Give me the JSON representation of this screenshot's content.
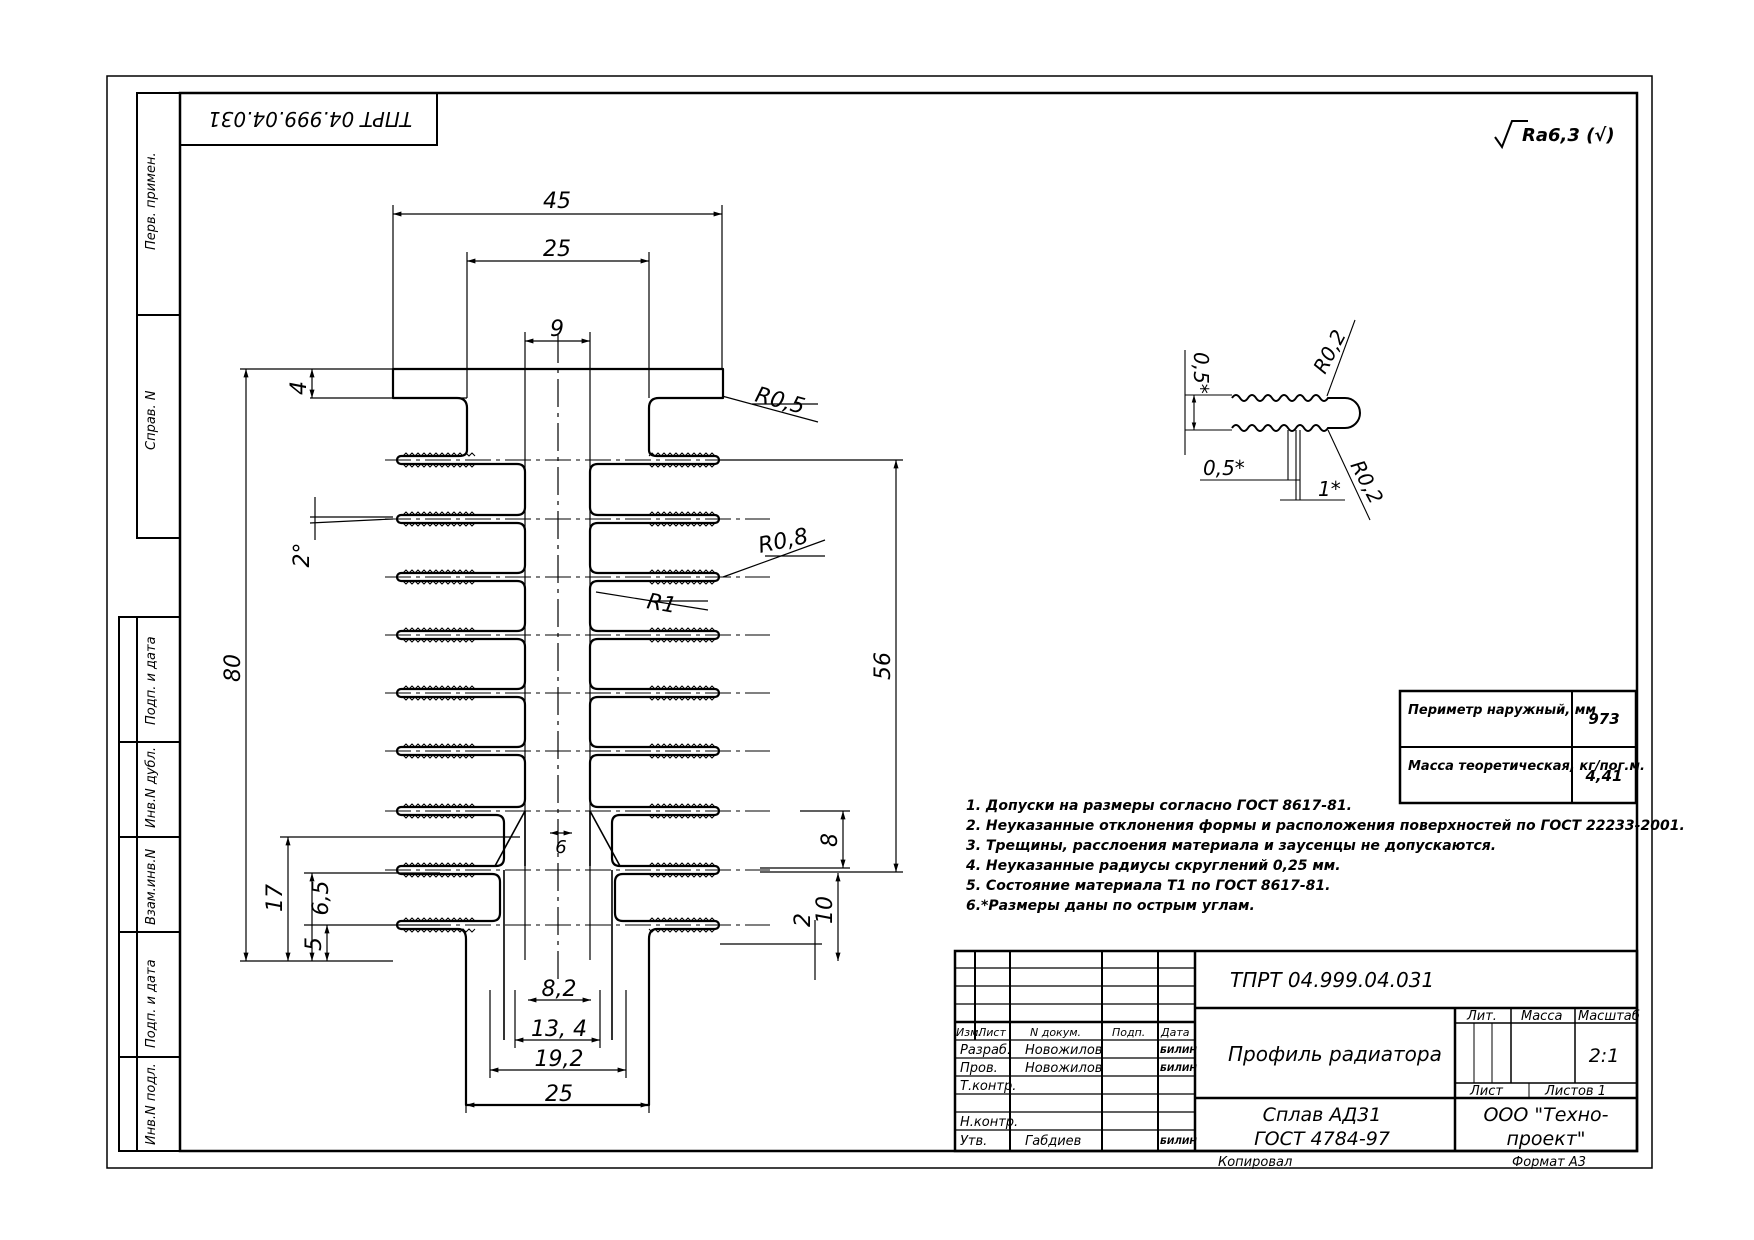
{
  "drawing_number": "ТПРТ 04.999.04.031",
  "drawing_number_rotated": "ТПРТ 04.999.04.031",
  "surface_roughness": "Ra6,3 (√)",
  "left_strip": {
    "perv_primen": "Перв. примен.",
    "sprav_n": "Справ. N",
    "podp_data_1": "Подп. и дата",
    "inv_n_dubl": "Инв.N дубл.",
    "vzam_inv_n": "Взам.инв.N",
    "podp_data_2": "Подп. и дата",
    "inv_n_podl": "Инв.N подл."
  },
  "dimensions": {
    "w45": "45",
    "w25_top": "25",
    "w9": "9",
    "h4": "4",
    "r05": "R0,5",
    "angle2": "2°",
    "r08": "R0,8",
    "r1": "R1",
    "h80": "80",
    "h56": "56",
    "w6": "6",
    "h8": "8",
    "h17": "17",
    "h5": "5",
    "h65": "6,5",
    "h2": "2",
    "h10": "10",
    "w82": "8,2",
    "w134": "13, 4",
    "w192": "19,2",
    "w25_bottom": "25"
  },
  "detail": {
    "d05_v": "0,5*",
    "r02_top": "R0,2",
    "d05_h": "0,5*",
    "d1": "1*",
    "r02_bottom": "R0,2"
  },
  "props_table": [
    {
      "label": "Периметр наружный, мм",
      "value": "973"
    },
    {
      "label": "Масса теоретическая, кг/пог.м.",
      "value": "4,41"
    }
  ],
  "notes": [
    "1. Допуски на размеры согласно ГОСТ 8617-81.",
    "2. Неуказанные отклонения формы и расположения поверхностей по ГОСТ 22233-2001.",
    "3. Трещины, расслоения материала и заусенцы не допускаются.",
    "4. Неуказанные радиусы скруглений 0,25 мм.",
    "5. Состояние материала Т1 по ГОСТ 8617-81.",
    "6.*Размеры даны по острым углам."
  ],
  "title_block": {
    "designation": "ТПРТ 04.999.04.031",
    "name": "Профиль радиатора",
    "material_line1": "Сплав АД31",
    "material_line2": "ГОСТ 4784-97",
    "company_line1": "ООО \"Техно-",
    "company_line2": "проект\"",
    "hdr_izm": "Изм.",
    "hdr_list": "Лист",
    "hdr_ndokum": "N докум.",
    "hdr_podp": "Подп.",
    "hdr_data": "Дата",
    "row_razrab": "Разраб.",
    "razrab_name": "Новожилов",
    "row_prov": "Пров.",
    "prov_name": "Новожилов",
    "row_tkontr": "Т.контр.",
    "row_nkontr": "Н.контр.",
    "row_utv": "Утв.",
    "utv_name": "Габдиев",
    "date_stamp": "БИЛИН",
    "lit": "Лит.",
    "massa": "Масса",
    "masshtab": "Масштаб",
    "scale": "2:1",
    "list": "Лист",
    "listov": "Листов 1",
    "kopiroval": "Копировал",
    "format": "Формат А3"
  }
}
